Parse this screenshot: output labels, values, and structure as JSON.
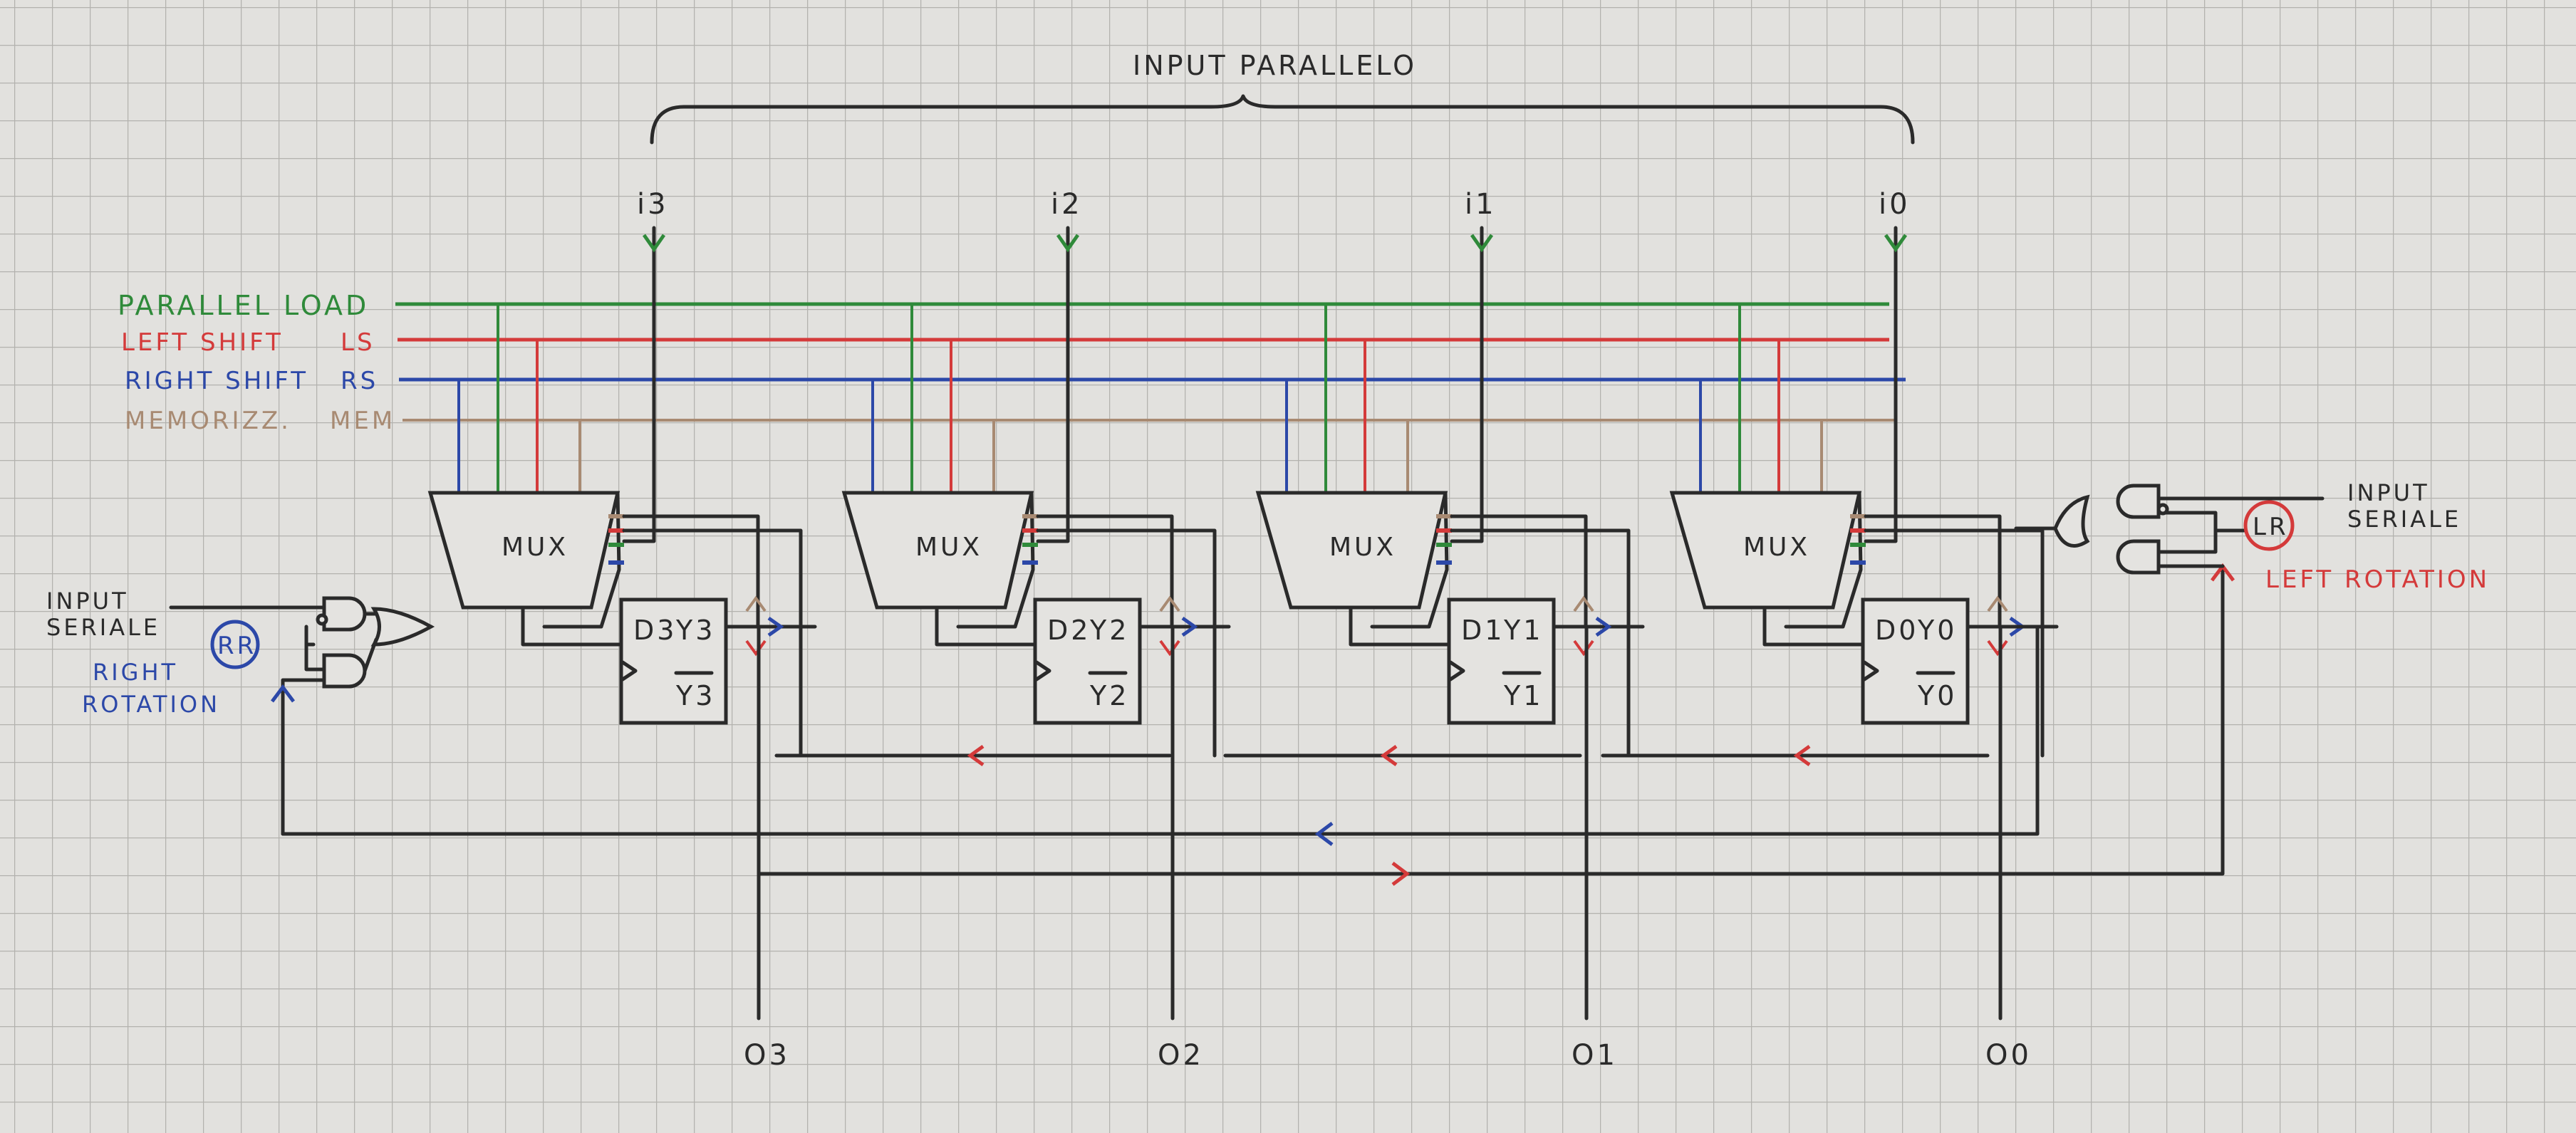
{
  "title": "INPUT PARALLELO",
  "colors": {
    "parallel_load": "#2f8a3a",
    "left_shift": "#d43a3a",
    "right_shift": "#2c48a8",
    "mem": "#a88a72",
    "wire": "#2a2a2a"
  },
  "buses": [
    {
      "label": "PARALLEL LOAD",
      "abbr": ""
    },
    {
      "label": "LEFT SHIFT",
      "abbr": "LS"
    },
    {
      "label": "RIGHT SHIFT",
      "abbr": "RS"
    },
    {
      "label": "MEMORIZZ.",
      "abbr": "MEM"
    }
  ],
  "stages": [
    {
      "input": "i3",
      "mux": "MUX",
      "d": "D3",
      "q": "Y3",
      "qbar": "Y3",
      "output": "O3"
    },
    {
      "input": "i2",
      "mux": "MUX",
      "d": "D2",
      "q": "Y2",
      "qbar": "Y2",
      "output": "O2"
    },
    {
      "input": "i1",
      "mux": "MUX",
      "d": "D1",
      "q": "Y1",
      "qbar": "Y1",
      "output": "O1"
    },
    {
      "input": "i0",
      "mux": "MUX",
      "d": "D0",
      "q": "Y0",
      "qbar": "Y0",
      "output": "O0"
    }
  ],
  "left_serial": {
    "input_label_1": "INPUT",
    "input_label_2": "SERIALE",
    "control": "RR",
    "rotation_1": "RIGHT",
    "rotation_2": "ROTATION"
  },
  "right_serial": {
    "input_label_1": "INPUT",
    "input_label_2": "SERIALE",
    "control": "LR",
    "rotation": "LEFT ROTATION"
  }
}
